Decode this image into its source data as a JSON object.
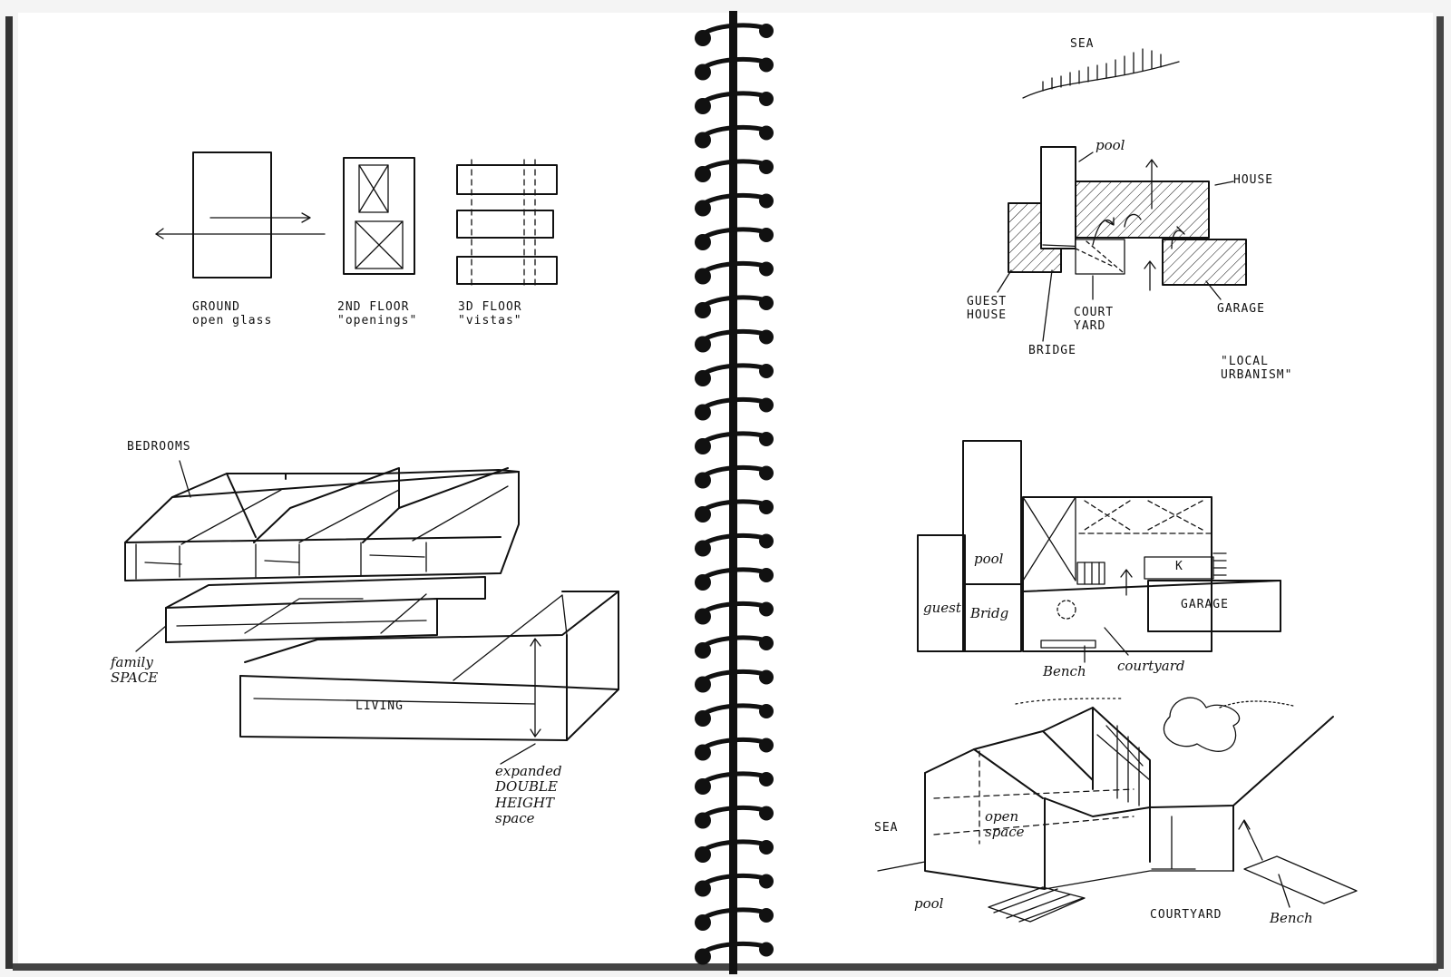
{
  "left_page": {
    "ground_label": "GROUND\nopen glass",
    "second_label": "2ND FLOOR\n\"openings\"",
    "third_label": "3D FLOOR\n\"vistas\"",
    "bedrooms": "BEDROOMS",
    "family": "family\nSPACE",
    "living": "LIVING",
    "expanded": "expanded\nDOUBLE\nHEIGHT\nspace"
  },
  "right_page": {
    "sea_top": "SEA",
    "pool_top": "pool",
    "house": "HOUSE",
    "guest_house": "GUEST\nHOUSE",
    "court_yard": "COURT\nYARD",
    "garage_top": "GARAGE",
    "bridge": "BRIDGE",
    "local_urbanism": "\"LOCAL\nURBANISM\"",
    "pool_plan": "pool",
    "guest_plan": "guest",
    "bridg_plan": "Bridg",
    "garage_plan": "GARAGE",
    "k_plan": "K",
    "bench_plan": "Bench",
    "courtyard_plan": "courtyard",
    "sea_persp": "SEA",
    "open_space": "open\nspace",
    "pool_persp": "pool",
    "courtyard_persp": "COURTYARD",
    "bench_persp": "Bench"
  }
}
